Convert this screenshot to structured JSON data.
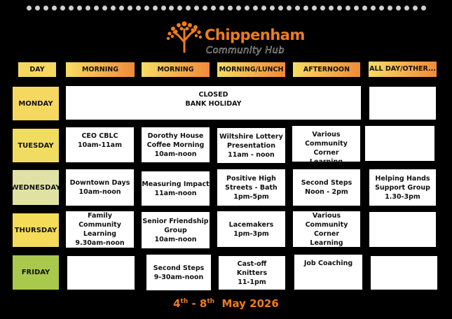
{
  "logo": {
    "title": "Chippenham",
    "subtitle": "Community Hub"
  },
  "headers": [
    "DAY",
    "MORNING",
    "MORNING",
    "MORNING/LUNCH",
    "AFTERNOON",
    "ALL DAY/OTHER..."
  ],
  "days": [
    "MONDAY",
    "TUESDAY",
    "WEDNESDAY",
    "THURSDAY",
    "FRIDAY"
  ],
  "monday": {
    "closed": "CLOSED\nBANK HOLIDAY",
    "other": ""
  },
  "tuesday": [
    "CEO CBLC\n10am-11am",
    "Dorothy House\nCoffee Morning\n10am-noon",
    "Wiltshire Lottery\nPresentation\n11am - noon",
    "Various\nCommunity Corner\nLearning",
    ""
  ],
  "wednesday": [
    "Downtown Days\n10am-noon",
    "Measuring Impact\n11am-noon",
    "Positive High\nStreets - Bath\n1pm-5pm",
    "Second Steps\nNoon - 2pm",
    "Helping Hands\nSupport Group\n1.30-3pm"
  ],
  "thursday": [
    "Family Community\nLearning\n9.30am-noon",
    "Senior Friendship\nGroup\n10am-noon",
    "Lacemakers\n1pm-3pm",
    "Various\nCommunity Corner\nLearning",
    ""
  ],
  "friday": [
    "",
    "Second Steps\n9-30am-noon",
    "Cast-off\nKnitters\n11-1pm",
    "Job Coaching",
    ""
  ],
  "date": {
    "d1": "4",
    "sup1": "th",
    "sep": " - 8",
    "sup2": "th",
    "rest": "  May 2026"
  },
  "colors": {
    "accent": "#ee7d1e",
    "monday": "#f6d860",
    "tuesday": "#f1dc62",
    "wednesday": "#dfe2a2",
    "thursday": "#f4dc58",
    "friday": "#a9c94d"
  }
}
